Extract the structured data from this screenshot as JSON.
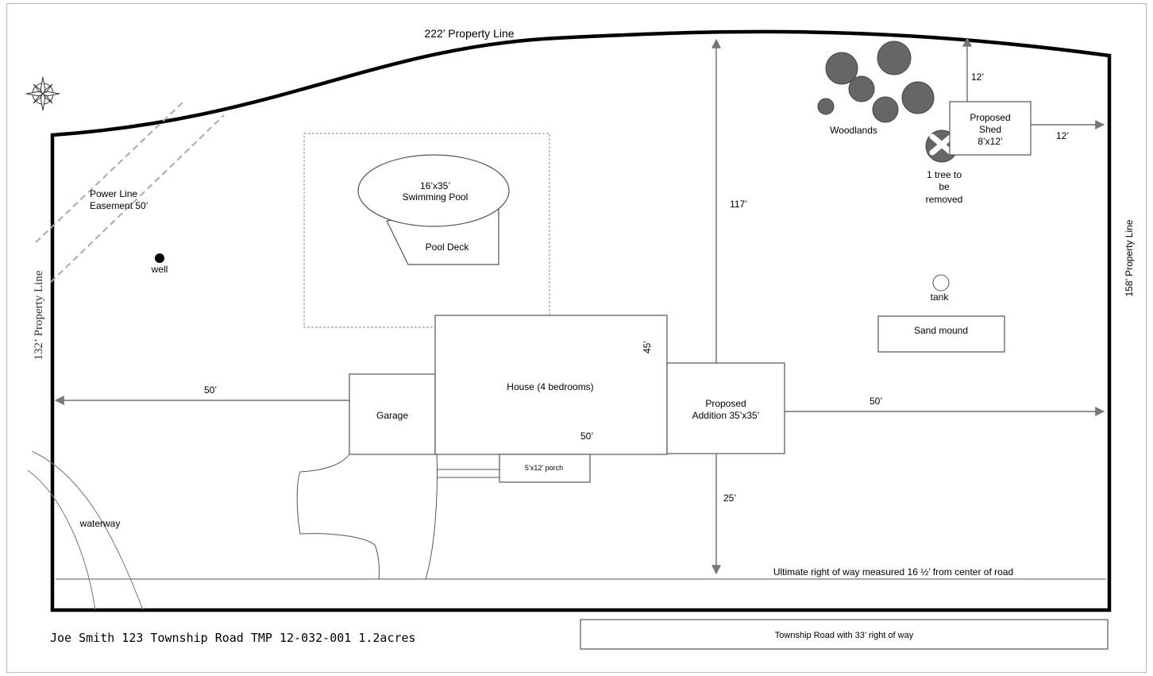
{
  "labels": {
    "top_property_line": "222’ Property Line",
    "left_property_line": "132’ Property Line",
    "right_property_line": "158’   Property Line",
    "power_line_1": "Power Line",
    "power_line_2": "Easement 50’",
    "well": "well",
    "pool_1": "16’x35’",
    "pool_2": "Swimming Pool",
    "pool_deck": "Pool Deck",
    "house": "House (4 bedrooms)",
    "house_depth": "45’",
    "house_width": "50’",
    "garage": "Garage",
    "porch": "5’x12’ porch",
    "addition_1": "Proposed",
    "addition_2": "Addition 35’x35’",
    "dim_left": "50’",
    "dim_right": "50’",
    "dim_up": "117’",
    "dim_down": "25’",
    "woodlands": "Woodlands",
    "shed_1": "Proposed",
    "shed_2": "Shed",
    "shed_3": "8’x12’",
    "shed_dim_up": "12’",
    "shed_dim_right": "12’",
    "tree_removed_1": "1 tree to",
    "tree_removed_2": "be",
    "tree_removed_3": "removed",
    "tank": "tank",
    "sand_mound": "Sand mound",
    "waterway": "waterway",
    "right_of_way": "Ultimate right of way measured 16 ½’ from center of road",
    "owner_info": "Joe Smith 123 Township Road TMP 12-032-001  1.2acres",
    "road": "Township Road with 33’ right of way"
  },
  "icons": {
    "compass": "compass-rose-icon",
    "well": "well-dot-icon",
    "tree_removal": "x-mark-icon"
  }
}
